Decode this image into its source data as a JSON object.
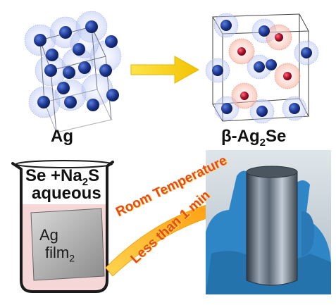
{
  "labels": {
    "ag": "Ag",
    "ag2se_prefix": "β-Ag",
    "ag2se_sub": "2",
    "ag2se_suffix": "Se"
  },
  "beaker": {
    "line1_prefix": "Se +Na",
    "line1_sub": "2",
    "line1_suffix": "S",
    "line2": "aqueous",
    "film_line1": "Ag",
    "film_line2_prefix": "film",
    "film_line2_sub": "2"
  },
  "arrow": {
    "condition_top": "Room Temperature",
    "condition_bottom": "Less than 1 min"
  },
  "colors": {
    "ag_atom": "#1f3a93",
    "se_atom": "#b3122e",
    "arrow_yellow": "#f6d80a",
    "solution_pink": "#f4d5d5",
    "glove_blue": "#2f86c7"
  }
}
